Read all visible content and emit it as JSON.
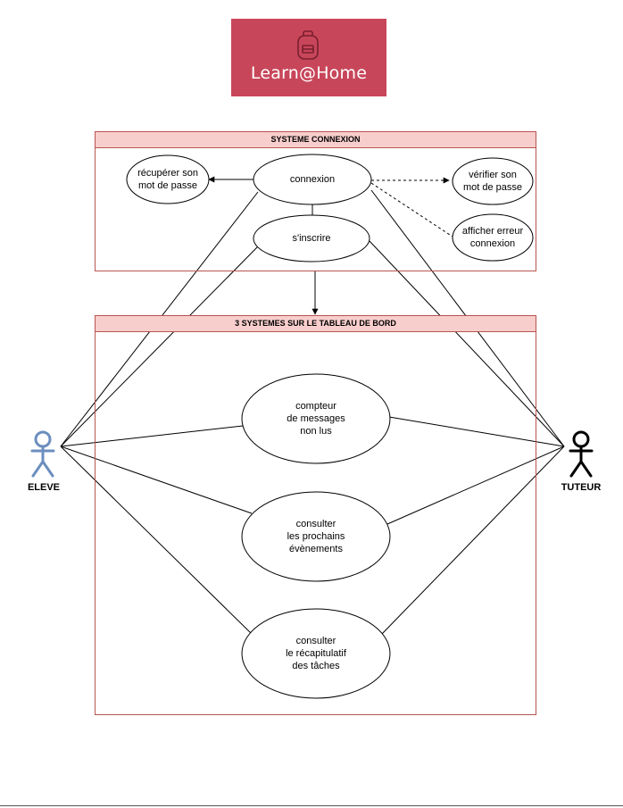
{
  "logo": {
    "text": "Learn@Home",
    "icon": "backpack-icon",
    "background": "#c8465a"
  },
  "systems": {
    "connexion": {
      "title": "SYSTEME CONNEXION"
    },
    "dashboard": {
      "title": "3 SYSTEMES SUR LE TABLEAU DE BORD"
    }
  },
  "use_cases": {
    "recuperer": "récupérer son\nmot de passe",
    "connexion": "connexion",
    "verifier": "vérifier son\nmot de passe",
    "sinscrire": "s'inscrire",
    "afficher_erreur": "afficher erreur\nconnexion",
    "compteur": "compteur\nde messages\nnon lus",
    "evenements": "consulter\nles prochains\névènements",
    "taches": "consulter\nle récapitulatif\ndes tâches"
  },
  "actors": {
    "eleve": {
      "label": "ELEVE",
      "color": "#6c8ebf"
    },
    "tuteur": {
      "label": "TUTEUR",
      "color": "#000000"
    }
  },
  "colors": {
    "system_border": "#b85450",
    "system_header": "#f8cecc"
  }
}
